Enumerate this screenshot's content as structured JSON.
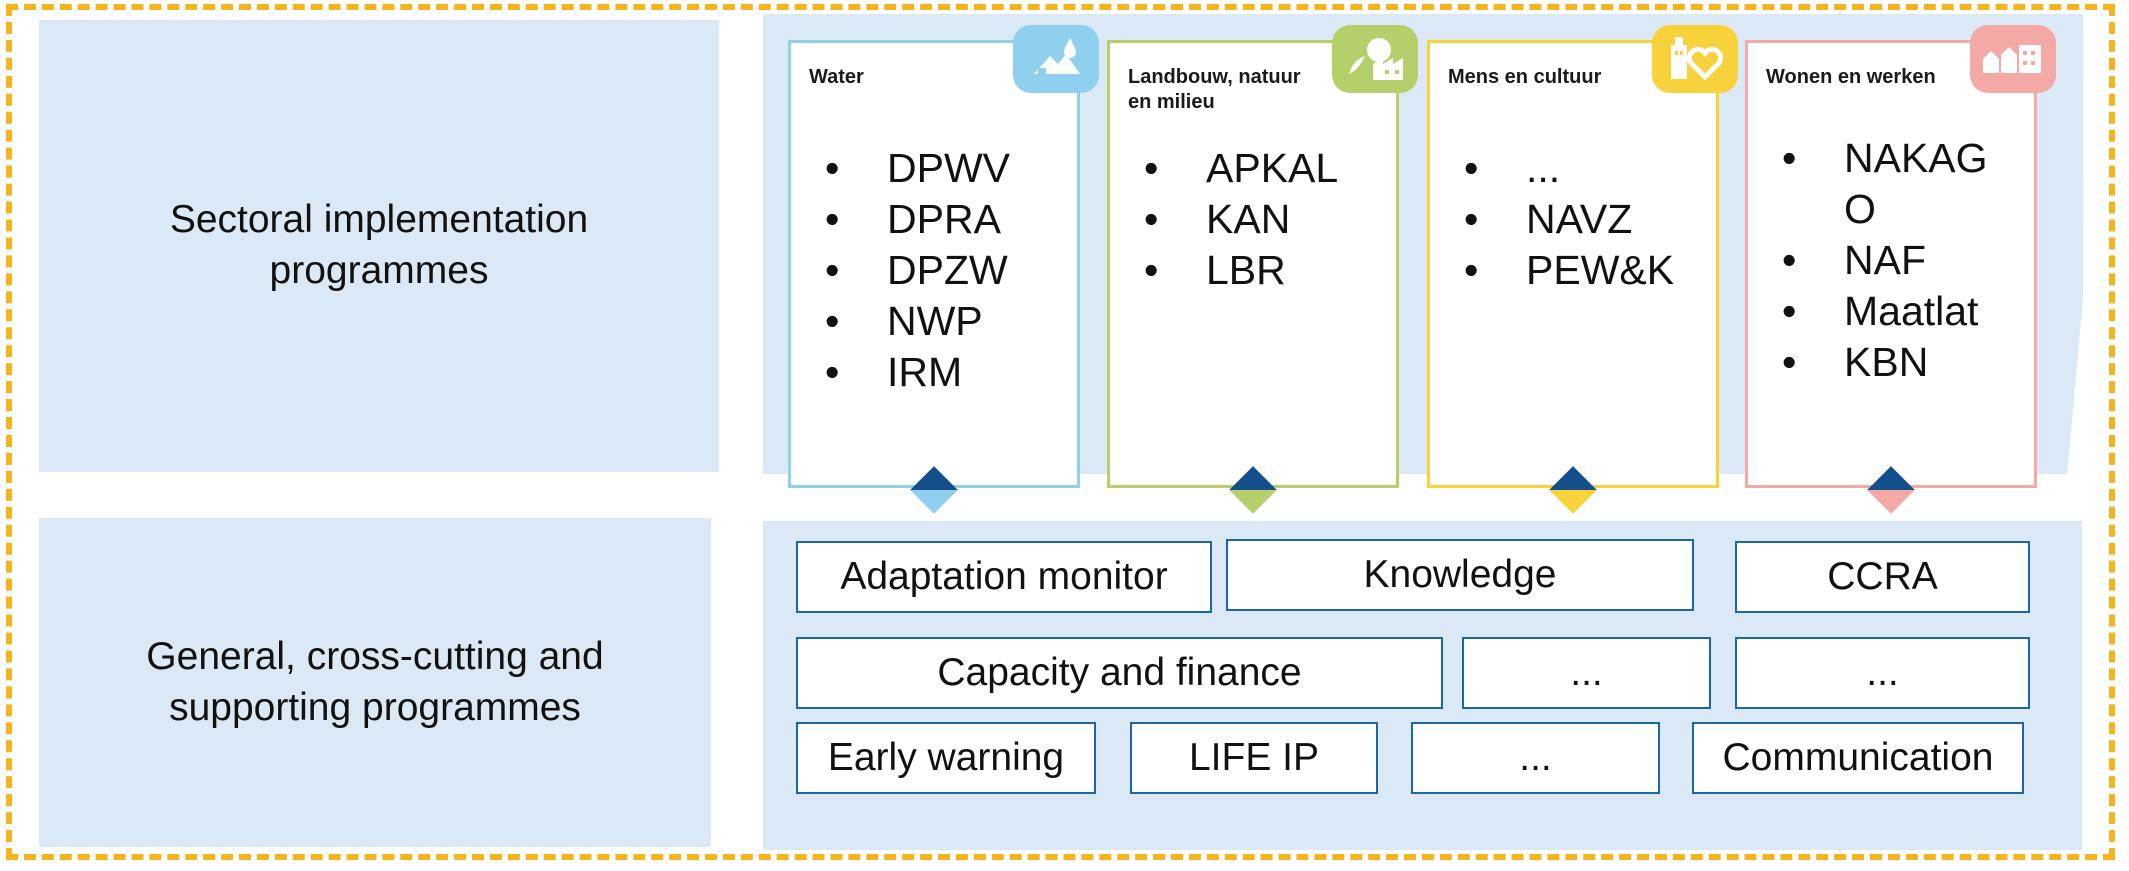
{
  "rows": {
    "sectoral_label": "Sectoral implementation programmes",
    "general_label": "General, cross-cutting and supporting programmes"
  },
  "cards": [
    {
      "title": "Water",
      "items": [
        "DPWV",
        "DPRA",
        "DPZW",
        "NWP",
        "IRM"
      ],
      "color": "#8fd0ef",
      "icon": "water-landscape-icon"
    },
    {
      "title": "Landbouw, natuur en milieu",
      "items": [
        "APKAL",
        "KAN",
        "LBR"
      ],
      "color": "#b5d06a",
      "icon": "nature-factory-icon"
    },
    {
      "title": "Mens en cultuur",
      "items": [
        "...",
        "NAVZ",
        "PEW&K"
      ],
      "color": "#f8d23a",
      "icon": "person-heart-icon"
    },
    {
      "title": "Wonen en werken",
      "items": [
        "NAKAGO",
        "NAF",
        "Maatlat",
        "KBN"
      ],
      "color": "#f4a9a6",
      "icon": "houses-icon"
    }
  ],
  "programmes": {
    "adaptation_monitor": "Adaptation monitor",
    "knowledge": "Knowledge",
    "ccra": "CCRA",
    "capacity_finance": "Capacity and finance",
    "ellipsis_1": "...",
    "ellipsis_2": "...",
    "early_warning": "Early warning",
    "life_ip": "LIFE IP",
    "ellipsis_3": "...",
    "communication": "Communication"
  },
  "colors": {
    "frame": "#f5b41c",
    "panel": "#dbe9f6",
    "box_border": "#1b67a5",
    "diamond_top": "#134f8b"
  }
}
